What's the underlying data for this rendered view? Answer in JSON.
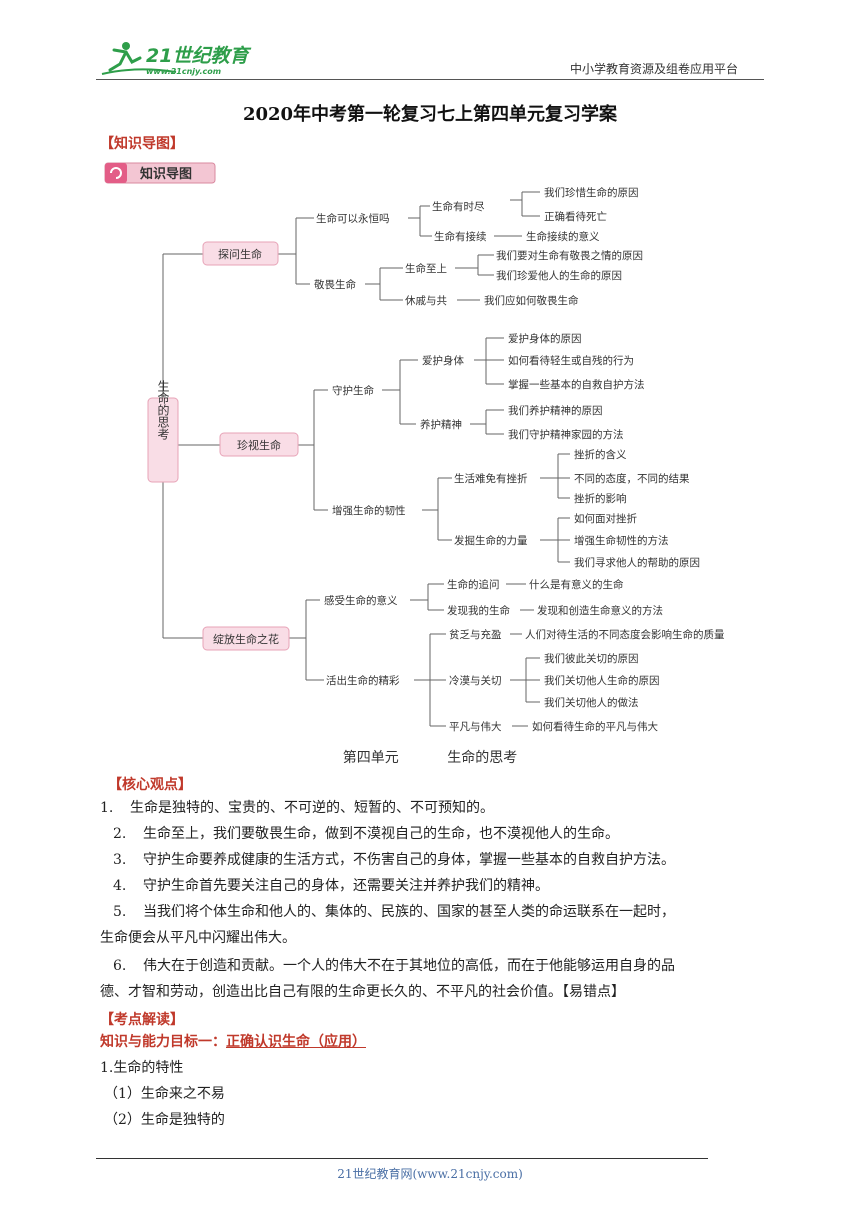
{
  "header": {
    "logo_text": "21世纪教育",
    "logo_url_text": "www.21cnjy.com",
    "platform": "中小学教育资源及组卷应用平台"
  },
  "title": "2020年中考第一轮复习七上第四单元复习学案",
  "sections": {
    "map": "【知识导图】",
    "core": "【核心观点】",
    "exam": "【考点解读】"
  },
  "mindmap": {
    "badge": "知识导图",
    "root": "生命的思考",
    "branches": {
      "b1": {
        "label": "探问生命",
        "l2a": "生命可以永恒吗",
        "l3a": "生命有时尽",
        "l4a": [
          "我们珍惜生命的原因",
          "正确看待死亡"
        ],
        "l3b": "生命有接续",
        "l4b": "生命接续的意义",
        "l2b": "敬畏生命",
        "l3c": "生命至上",
        "l4c": [
          "我们要对生命有敬畏之情的原因",
          "我们珍爱他人的生命的原因"
        ],
        "l3d": "休戚与共",
        "l4d": "我们应如何敬畏生命"
      },
      "b2": {
        "label": "珍视生命",
        "l2a": "守护生命",
        "l3a": "爱护身体",
        "l4a": [
          "爱护身体的原因",
          "如何看待轻生或自残的行为",
          "掌握一些基本的自救自护方法"
        ],
        "l3b": "养护精神",
        "l4b": [
          "我们养护精神的原因",
          "我们守护精神家园的方法"
        ],
        "l2b": "增强生命的韧性",
        "l3c": "生活难免有挫折",
        "l4c": [
          "挫折的含义",
          "不同的态度，不同的结果",
          "挫折的影响"
        ],
        "l3d": "发掘生命的力量",
        "l4d": [
          "如何面对挫折",
          "增强生命韧性的方法",
          "我们寻求他人的帮助的原因"
        ]
      },
      "b3": {
        "label": "绽放生命之花",
        "l2a": "感受生命的意义",
        "l3a": "生命的追问",
        "l4a": "什么是有意义的生命",
        "l3b": "发现我的生命",
        "l4b": "发现和创造生命意义的方法",
        "l2b": "活出生命的精彩",
        "l3c": "贫乏与充盈",
        "l4c": "人们对待生活的不同态度会影响生命的质量",
        "l3d": "冷漠与关切",
        "l4d": [
          "我们彼此关切的原因",
          "我们关切他人生命的原因",
          "我们关切他人的做法"
        ],
        "l3e": "平凡与伟大",
        "l4e": "如何看待生命的平凡与伟大"
      }
    },
    "caption_unit": "第四单元",
    "caption_name": "生命的思考"
  },
  "core_points": [
    {
      "num": "1.",
      "text": "生命是独特的、宝贵的、不可逆的、短暂的、不可预知的。"
    },
    {
      "num": "2.",
      "text": "生命至上，我们要敬畏生命，做到不漠视自己的生命，也不漠视他人的生命。"
    },
    {
      "num": "3.",
      "text": "守护生命要养成健康的生活方式，不伤害自己的身体，掌握一些基本的自救自护方法。"
    },
    {
      "num": "4.",
      "text": "守护生命首先要关注自己的身体，还需要关注并养护我们的精神。"
    },
    {
      "num": "5.",
      "text": "当我们将个体生命和他人的、集体的、民族的、国家的甚至人类的命运联系在一起时，",
      "cont": "生命便会从平凡中闪耀出伟大。"
    },
    {
      "num": "6.",
      "text": "伟大在于创造和贡献。一个人的伟大不在于其地位的高低，而在于他能够运用自身的品",
      "cont": "德、才智和劳动，创造出比自己有限的生命更长久的、不平凡的社会价值。【易错点】"
    }
  ],
  "exam": {
    "goal_prefix": "知识与能力目标一：",
    "goal_text": "正确认识生命（应用）",
    "life_char": "1.生命的特性",
    "sub1": "（1）生命来之不易",
    "sub2": "（2）生命是独特的"
  },
  "footer": "21世纪教育网(www.21cnjy.com)",
  "colors": {
    "accent": "#c0392b",
    "node_fill": "#f9dde6",
    "node_stroke": "#e7a3b7",
    "footer_link": "#4a6fa5"
  }
}
